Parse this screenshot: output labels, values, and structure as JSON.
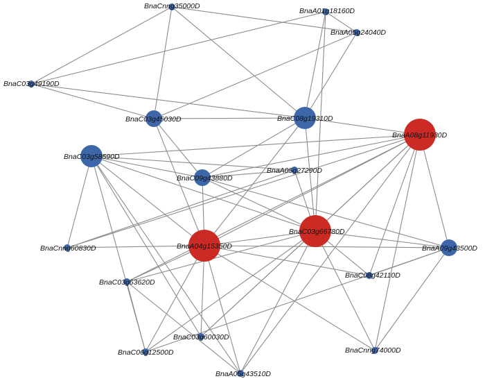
{
  "colors": {
    "hub": "#cc2b25",
    "regular": "#3d67a8",
    "edge": "#8c8c8c"
  },
  "nodes": [
    {
      "id": "Cnn35000",
      "label": "BnaCnng35000D",
      "type": "regular",
      "size": "small"
    },
    {
      "id": "A01g18160",
      "label": "BnaA01g18160D",
      "type": "regular",
      "size": "small"
    },
    {
      "id": "A05g24040",
      "label": "BnaA05g24040D",
      "type": "regular",
      "size": "small"
    },
    {
      "id": "C03g49190",
      "label": "BnaC03g49190D",
      "type": "regular",
      "size": "small"
    },
    {
      "id": "C03g45030",
      "label": "BnaC03g45030D",
      "type": "regular",
      "size": "medium"
    },
    {
      "id": "C08g19310",
      "label": "BnaC08g19310D",
      "type": "regular",
      "size": "large"
    },
    {
      "id": "A08g11930",
      "label": "BnaA08g11930D",
      "type": "hub",
      "size": "hub"
    },
    {
      "id": "C03g58590",
      "label": "BnaC03g58590D",
      "type": "regular",
      "size": "large"
    },
    {
      "id": "C09g43880",
      "label": "BnaC09g43880D",
      "type": "regular",
      "size": "medium"
    },
    {
      "id": "A05g27290",
      "label": "BnaA05g27290D",
      "type": "regular",
      "size": "small"
    },
    {
      "id": "C03g66780",
      "label": "BnaC03g66780D",
      "type": "hub",
      "size": "hub"
    },
    {
      "id": "A04g15350",
      "label": "BnaA04g15350D",
      "type": "hub",
      "size": "hub"
    },
    {
      "id": "Cnn60830",
      "label": "BnaCnng60830D",
      "type": "regular",
      "size": "small"
    },
    {
      "id": "A09g43500",
      "label": "BnaA09g43500D",
      "type": "regular",
      "size": "medium"
    },
    {
      "id": "C08g42110",
      "label": "BnaC08g42110D",
      "type": "regular",
      "size": "small"
    },
    {
      "id": "C03g63620",
      "label": "BnaC03g63620D",
      "type": "regular",
      "size": "small"
    },
    {
      "id": "C03g60030",
      "label": "BnaC03g60030D",
      "type": "regular",
      "size": "small"
    },
    {
      "id": "C06g12500",
      "label": "BnaC06g12500D",
      "type": "regular",
      "size": "small"
    },
    {
      "id": "Cnn74000",
      "label": "BnaCnng74000D",
      "type": "regular",
      "size": "small"
    },
    {
      "id": "A05g43510",
      "label": "BnaA05g43510D",
      "type": "regular",
      "size": "small"
    }
  ],
  "edges": [
    [
      "Cnn35000",
      "C03g49190"
    ],
    [
      "Cnn35000",
      "A05g24040"
    ],
    [
      "Cnn35000",
      "C03g45030"
    ],
    [
      "Cnn35000",
      "C08g19310"
    ],
    [
      "A01g18160",
      "C03g49190"
    ],
    [
      "A01g18160",
      "C08g19310"
    ],
    [
      "A01g18160",
      "C03g66780"
    ],
    [
      "A01g18160",
      "A05g24040"
    ],
    [
      "A05g24040",
      "C03g45030"
    ],
    [
      "A05g24040",
      "C08g19310"
    ],
    [
      "C03g49190",
      "C08g19310"
    ],
    [
      "C03g49190",
      "C03g45030"
    ],
    [
      "C03g45030",
      "C08g19310"
    ],
    [
      "C03g45030",
      "C09g43880"
    ],
    [
      "C03g45030",
      "A04g15350"
    ],
    [
      "C08g19310",
      "C03g66780"
    ],
    [
      "C08g19310",
      "A04g15350"
    ],
    [
      "C08g19310",
      "C09g43880"
    ],
    [
      "C08g19310",
      "A08g11930"
    ],
    [
      "C03g58590",
      "A08g11930"
    ],
    [
      "C03g58590",
      "C09g43880"
    ],
    [
      "C03g58590",
      "A04g15350"
    ],
    [
      "C03g58590",
      "C03g66780"
    ],
    [
      "C03g58590",
      "Cnn60830"
    ],
    [
      "C03g58590",
      "C03g60030"
    ],
    [
      "C03g58590",
      "C06g12500"
    ],
    [
      "C03g58590",
      "A05g43510"
    ],
    [
      "C03g58590",
      "A05g27290"
    ],
    [
      "A08g11930",
      "C09g43880"
    ],
    [
      "A08g11930",
      "A04g15350"
    ],
    [
      "A08g11930",
      "C03g66780"
    ],
    [
      "A08g11930",
      "A09g43500"
    ],
    [
      "A08g11930",
      "C08g42110"
    ],
    [
      "A08g11930",
      "Cnn74000"
    ],
    [
      "A08g11930",
      "C03g60030"
    ],
    [
      "A08g11930",
      "Cnn60830"
    ],
    [
      "A08g11930",
      "C03g63620"
    ],
    [
      "A08g11930",
      "A05g43510"
    ],
    [
      "C09g43880",
      "A09g43500"
    ],
    [
      "C09g43880",
      "A04g15350"
    ],
    [
      "C09g43880",
      "C03g66780"
    ],
    [
      "C09g43880",
      "A05g27290"
    ],
    [
      "A05g27290",
      "C03g66780"
    ],
    [
      "A05g27290",
      "Cnn60830"
    ],
    [
      "C03g66780",
      "A04g15350"
    ],
    [
      "C03g66780",
      "A09g43500"
    ],
    [
      "C03g66780",
      "C08g42110"
    ],
    [
      "C03g66780",
      "C03g63620"
    ],
    [
      "C03g66780",
      "C03g60030"
    ],
    [
      "C03g66780",
      "C06g12500"
    ],
    [
      "C03g66780",
      "Cnn74000"
    ],
    [
      "C03g66780",
      "A05g43510"
    ],
    [
      "A04g15350",
      "Cnn60830"
    ],
    [
      "A04g15350",
      "A09g43500"
    ],
    [
      "A04g15350",
      "C08g42110"
    ],
    [
      "A04g15350",
      "C03g63620"
    ],
    [
      "A04g15350",
      "C03g60030"
    ],
    [
      "A04g15350",
      "C06g12500"
    ],
    [
      "A04g15350",
      "A05g43510"
    ],
    [
      "A04g15350",
      "Cnn74000"
    ],
    [
      "A09g43500",
      "Cnn74000"
    ],
    [
      "A09g43500",
      "C06g12500"
    ],
    [
      "A09g43500",
      "C08g42110"
    ],
    [
      "C03g63620",
      "C06g12500"
    ],
    [
      "C03g63620",
      "A05g43510"
    ]
  ]
}
